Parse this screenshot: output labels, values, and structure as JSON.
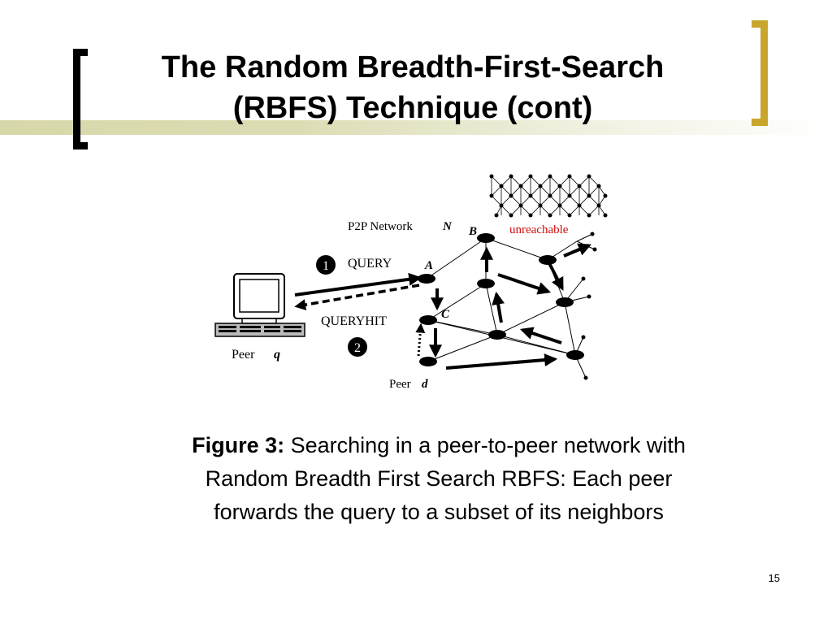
{
  "slide": {
    "title_line1": "The Random Breadth-First-Search",
    "title_line2": "(RBFS) Technique (cont)",
    "page_number": "15"
  },
  "caption": {
    "prefix": "Figure 3:",
    "line1": "Searching in a peer-to-peer network with",
    "line2": "Random Breadth First Search RBFS: Each peer",
    "line3": "forwards the query to a subset of its neighbors"
  },
  "diagram": {
    "network_label": "P2P Network",
    "network_var": "N",
    "unreachable": "unreachable",
    "query": "QUERY",
    "queryhit": "QUERYHIT",
    "step1": "1",
    "step2": "2",
    "peer_q_label": "Peer",
    "peer_q_var": "q",
    "peer_d_label": "Peer",
    "peer_d_var": "d",
    "node_a": "A",
    "node_b": "B",
    "node_c": "C",
    "unreachable_color": "#d01010"
  }
}
